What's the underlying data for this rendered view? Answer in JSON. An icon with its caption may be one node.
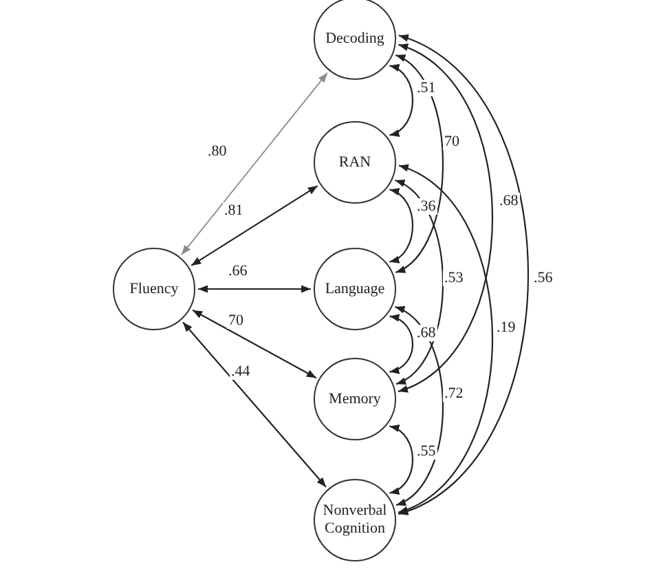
{
  "diagram": {
    "nodes": [
      {
        "text": [
          "Fluency"
        ]
      },
      {
        "text": [
          "Decoding"
        ]
      },
      {
        "text": [
          "RAN"
        ]
      },
      {
        "text": [
          "Language"
        ]
      },
      {
        "text": [
          "Memory"
        ]
      },
      {
        "text": [
          "Nonverbal Cognition"
        ]
      }
    ],
    "edges": [
      {
        "from": 0,
        "to": 1,
        "arrow": "both",
        "label": ".80",
        "color": "#8c8c8c"
      },
      {
        "from": 0,
        "to": 2,
        "arrow": "both",
        "label": ".81"
      },
      {
        "from": 0,
        "to": 3,
        "arrow": "both",
        "label": ".66"
      },
      {
        "from": 0,
        "to": 4,
        "arrow": "both",
        "label": "70"
      },
      {
        "from": 0,
        "to": 5,
        "arrow": "both",
        "label": ".44"
      },
      {
        "from": 1,
        "to": 2,
        "arrow": "both",
        "label": ".51"
      },
      {
        "from": 1,
        "to": 3,
        "arrow": "both",
        "label": "70"
      },
      {
        "from": 1,
        "to": 4,
        "arrow": "both",
        "label": ".68"
      },
      {
        "from": 1,
        "to": 5,
        "arrow": "both",
        "label": ".56"
      },
      {
        "from": 2,
        "to": 3,
        "arrow": "both",
        "label": ".36"
      },
      {
        "from": 2,
        "to": 4,
        "arrow": "both",
        "label": ".53"
      },
      {
        "from": 2,
        "to": 5,
        "arrow": "both",
        "label": ".19"
      },
      {
        "from": 3,
        "to": 4,
        "arrow": "both",
        "label": ".68"
      },
      {
        "from": 3,
        "to": 5,
        "arrow": "both",
        "label": ".72"
      },
      {
        "from": 4,
        "to": 5,
        "arrow": "both",
        "label": ".55"
      }
    ]
  }
}
